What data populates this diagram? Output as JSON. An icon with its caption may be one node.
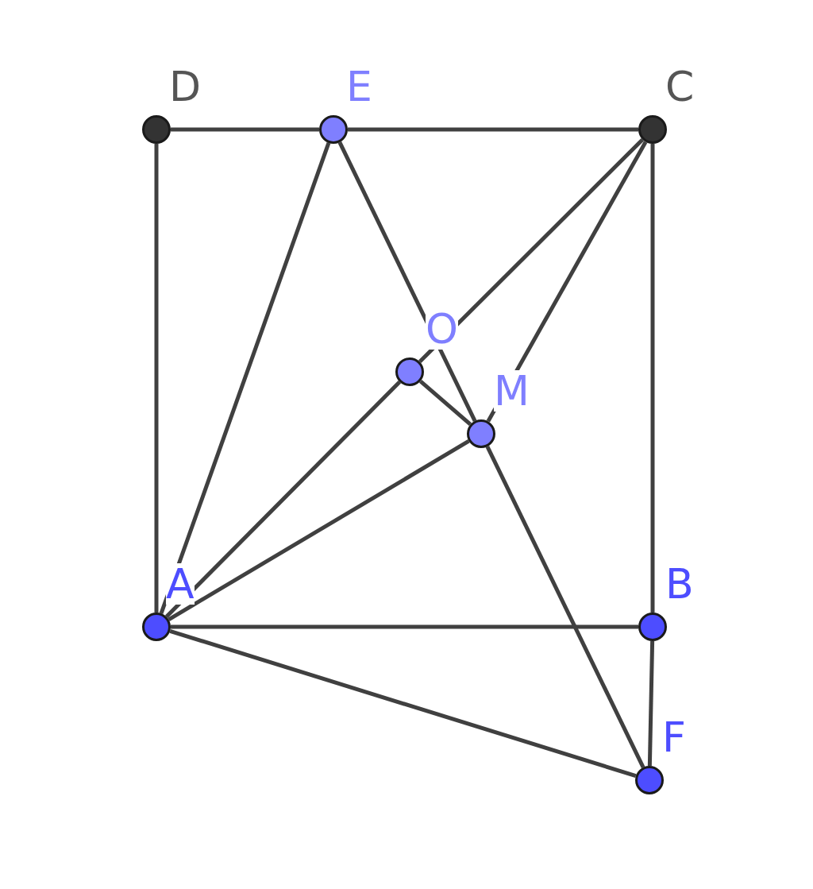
{
  "diagram": {
    "nodes": [
      {
        "text": [],
        "shape": "circle",
        "beside": [
          "D"
        ]
      },
      {
        "text": [],
        "shape": "circle",
        "beside": [
          "E"
        ]
      },
      {
        "text": [],
        "shape": "circle",
        "beside": [
          "C"
        ]
      },
      {
        "text": [],
        "shape": "circle",
        "beside": [
          "O"
        ]
      },
      {
        "text": [],
        "shape": "circle",
        "beside": [
          "M"
        ]
      },
      {
        "text": [],
        "shape": "circle",
        "beside": [
          "A"
        ]
      },
      {
        "text": [],
        "shape": "circle",
        "beside": [
          "B"
        ]
      },
      {
        "text": [],
        "shape": "circle",
        "beside": [
          "F"
        ]
      }
    ],
    "edges": [
      {
        "from": 0,
        "to": 1,
        "arrow": "none"
      },
      {
        "from": 1,
        "to": 2,
        "arrow": "none"
      },
      {
        "from": 0,
        "to": 5,
        "arrow": "none"
      },
      {
        "from": 2,
        "to": 6,
        "arrow": "none"
      },
      {
        "from": 5,
        "to": 6,
        "arrow": "none"
      },
      {
        "from": 6,
        "to": 7,
        "arrow": "none"
      },
      {
        "from": 5,
        "to": 7,
        "arrow": "none"
      },
      {
        "from": 5,
        "to": 1,
        "arrow": "none"
      },
      {
        "from": 1,
        "to": 4,
        "arrow": "none"
      },
      {
        "from": 4,
        "to": 7,
        "arrow": "none"
      },
      {
        "from": 5,
        "to": 3,
        "arrow": "none"
      },
      {
        "from": 3,
        "to": 2,
        "arrow": "none"
      },
      {
        "from": 2,
        "to": 4,
        "arrow": "none"
      },
      {
        "from": 3,
        "to": 4,
        "arrow": "none"
      },
      {
        "from": 5,
        "to": 4,
        "arrow": "none"
      }
    ]
  }
}
